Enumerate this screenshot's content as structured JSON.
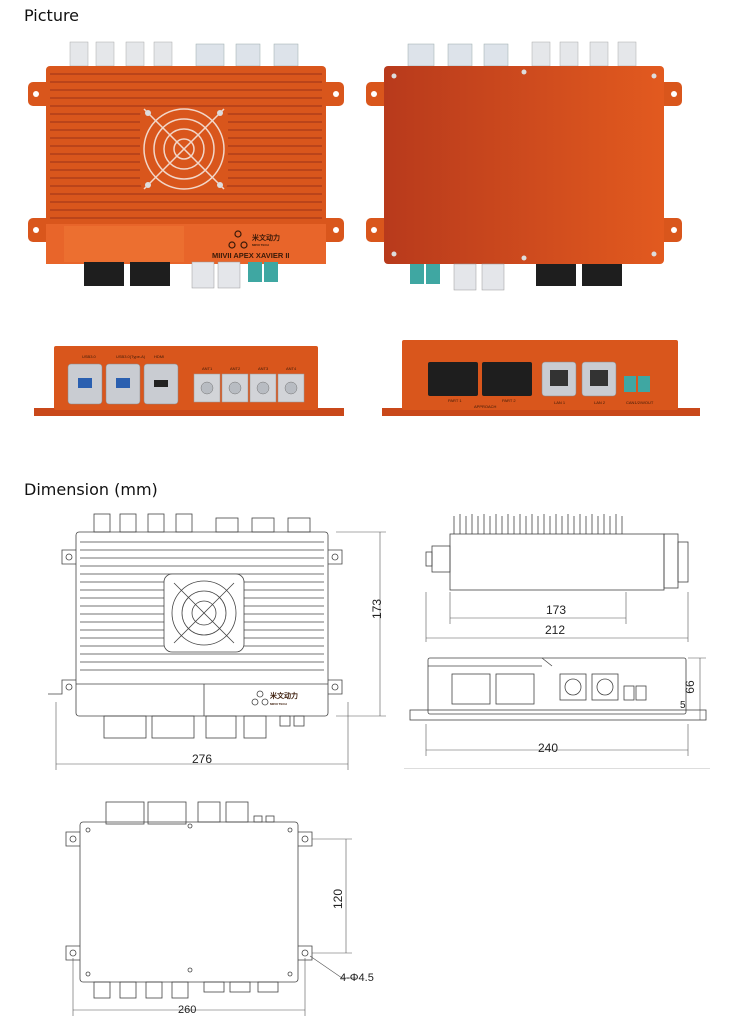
{
  "sections": {
    "picture": "Picture",
    "dimension_main": "Dimension",
    "dimension_unit": "(mm)"
  },
  "product": {
    "brand_cn": "米文动力",
    "brand_en": "MIIVII TECH",
    "model": "MIIVII APEX XAVIER II"
  },
  "front_ports": {
    "usb_labels": [
      "USB3.0",
      "USB3.0(Type-A)",
      "HDMI"
    ],
    "ant_labels": [
      "ANT1",
      "ANT2",
      "ANT3",
      "ANT4"
    ]
  },
  "rear_ports": {
    "connector_labels": [
      "PART 1",
      "PART 2"
    ],
    "connector_group": "APPROACH",
    "lan_labels": [
      "LAN 1",
      "LAN 2"
    ],
    "can_label": "CAN1/2/WOUT"
  },
  "dimensions": {
    "top_height": "173",
    "top_width": "276",
    "side_length": "173",
    "side_total": "212",
    "rear_height": "66",
    "rear_flange": "5",
    "rear_width": "240",
    "bottom_height": "120",
    "bottom_width": "260",
    "hole_callout": "4-Φ4.5"
  },
  "colors": {
    "orange": "#d9561c",
    "orange_dark": "#b8401a",
    "orange_light": "#ec6a28",
    "silver": "#c9ccd2",
    "teal": "#3fa7a2",
    "black": "#1e1e1e"
  }
}
